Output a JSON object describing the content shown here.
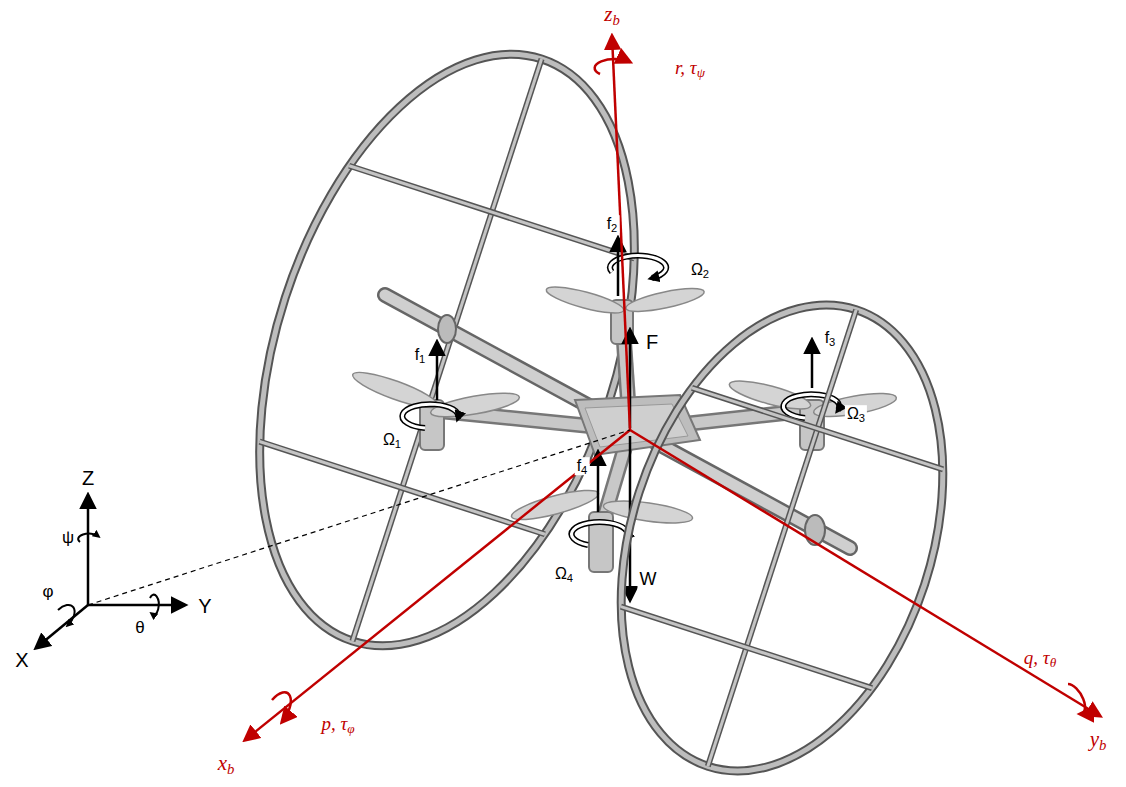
{
  "diagram": {
    "labels": [
      "zb",
      "r, τψ",
      "f2",
      "Ω2",
      "F",
      "f1",
      "Ω1",
      "f3",
      "Ω3",
      "f4",
      "Ω4",
      "W",
      "Z",
      "ψ",
      "φ",
      "θ",
      "Y",
      "X",
      "p, τφ",
      "xb",
      "q, τθ",
      "yb"
    ]
  }
}
